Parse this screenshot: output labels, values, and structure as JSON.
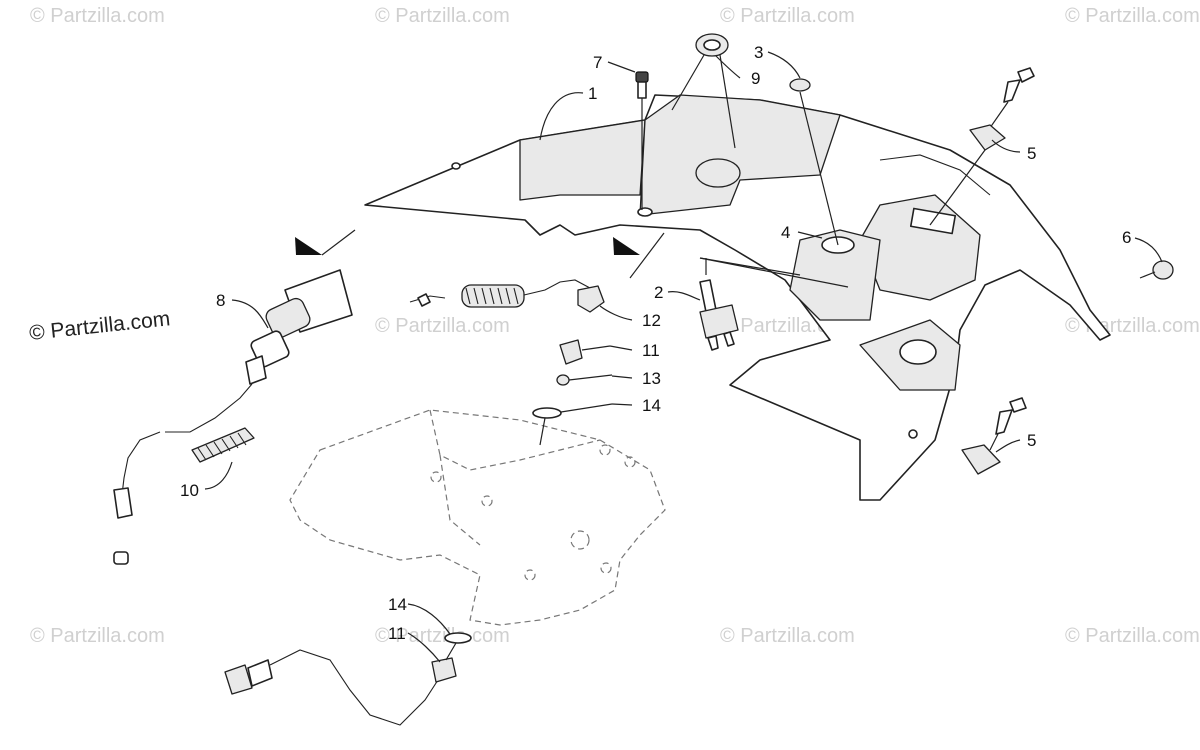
{
  "watermark": {
    "main_text": "© Partzilla.com",
    "faint_text": "© Partzilla.com"
  },
  "callouts": {
    "c1": "1",
    "c2": "2",
    "c3": "3",
    "c4": "4",
    "c5a": "5",
    "c5b": "5",
    "c6": "6",
    "c7": "7",
    "c8": "8",
    "c9": "9",
    "c10": "10",
    "c11a": "11",
    "c11b": "11",
    "c12": "12",
    "c13": "13",
    "c14a": "14",
    "c14b": "14"
  }
}
